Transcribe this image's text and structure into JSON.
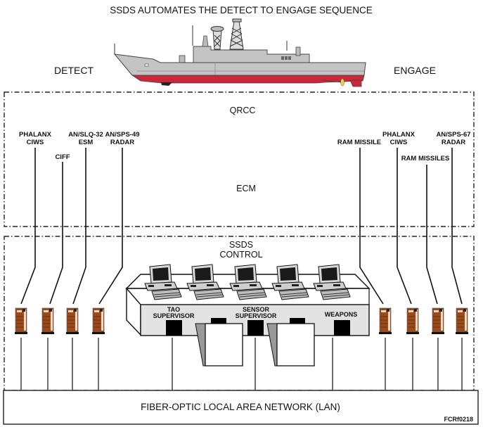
{
  "title": "SSDS AUTOMATES THE DETECT TO ENGAGE SEQUENCE",
  "left_label": "DETECT",
  "right_label": "ENGAGE",
  "zones": {
    "qrcc": "QRCC",
    "ecm": "ECM",
    "ssds_control_line1": "SSDS",
    "ssds_control_line2": "CONTROL"
  },
  "sensors_left": [
    {
      "line1": "PHALANX",
      "line2": "CIWS"
    },
    {
      "line1": "CIFF",
      "line2": ""
    },
    {
      "line1": "AN/SLQ-32",
      "line2": "ESM"
    },
    {
      "line1": "AN/SPS-49",
      "line2": "RADAR"
    }
  ],
  "sensors_right": [
    {
      "line1": "RAM MISSILE",
      "line2": ""
    },
    {
      "line1": "PHALANX",
      "line2": "CIWS"
    },
    {
      "line1": "RAM MISSILES",
      "line2": ""
    },
    {
      "line1": "AN/SPS-67",
      "line2": "RADAR"
    }
  ],
  "consoles": [
    {
      "line1": "TAO",
      "line2": "SUPERVISOR"
    },
    {
      "line1": "SENSOR",
      "line2": "SUPERVISOR"
    },
    {
      "line1": "",
      "line2": "WEAPONS"
    }
  ],
  "lan_label": "FIBER-OPTIC LOCAL AREA NETWORK (LAN)",
  "figure_id": "FCRf0218",
  "colors": {
    "hull_red": "#c8283a",
    "hull_gray": "#c4c4c4",
    "cabinet_brown": "#9a4a1c",
    "console_gray": "#e2e2e2"
  }
}
